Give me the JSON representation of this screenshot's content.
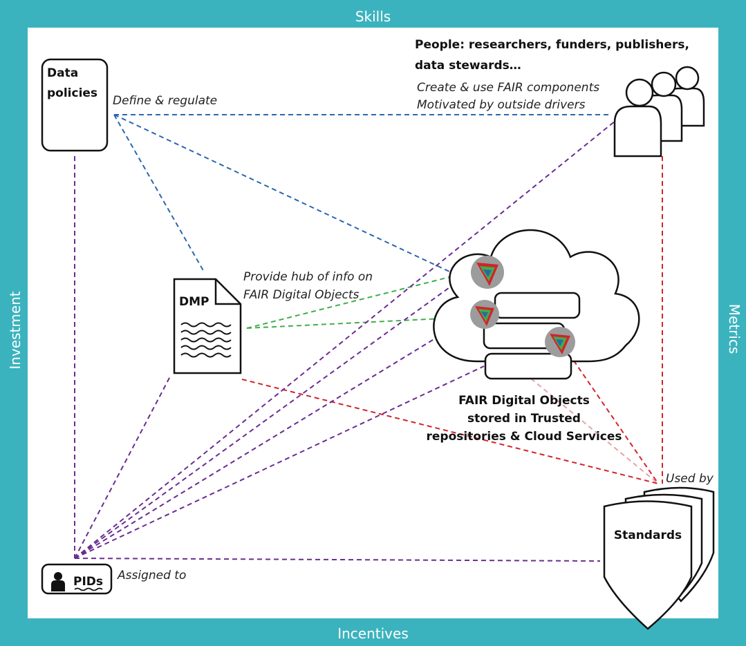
{
  "frame": {
    "top": "Skills",
    "bottom": "Incentives",
    "left": "Investment",
    "right": "Metrics",
    "color": "#3bb3be"
  },
  "nodes": {
    "data_policies": {
      "label_line1": "Data",
      "label_line2": "policies",
      "icon": "document-icon"
    },
    "people": {
      "title_line1": "People: researchers, funders, publishers,",
      "title_line2": "data stewards…",
      "desc_line1": "Create & use FAIR components",
      "desc_line2": "Motivated by outside drivers",
      "icon": "people-group-icon"
    },
    "dmp": {
      "label": "DMP",
      "icon": "document-folded-icon"
    },
    "cloud": {
      "caption_line1": "FAIR Digital Objects",
      "caption_line2": "stored in Trusted",
      "caption_line3": "repositories & Cloud Services",
      "icon": "cloud-server-icon"
    },
    "standards": {
      "label": "Standards",
      "icon": "stacked-documents-icon"
    },
    "pids": {
      "label": "PIDs",
      "icon": "id-card-icon"
    }
  },
  "edge_labels": {
    "define_regulate": "Define & regulate",
    "provide_hub_line1": "Provide hub of info on",
    "provide_hub_line2": "FAIR Digital Objects",
    "used_by": "Used by",
    "assigned_to": "Assigned to"
  },
  "colors": {
    "blue": "#2b66ad",
    "green": "#3fae49",
    "red": "#d2232a",
    "purple": "#6a2c91",
    "pink": "#e8a0a8"
  }
}
